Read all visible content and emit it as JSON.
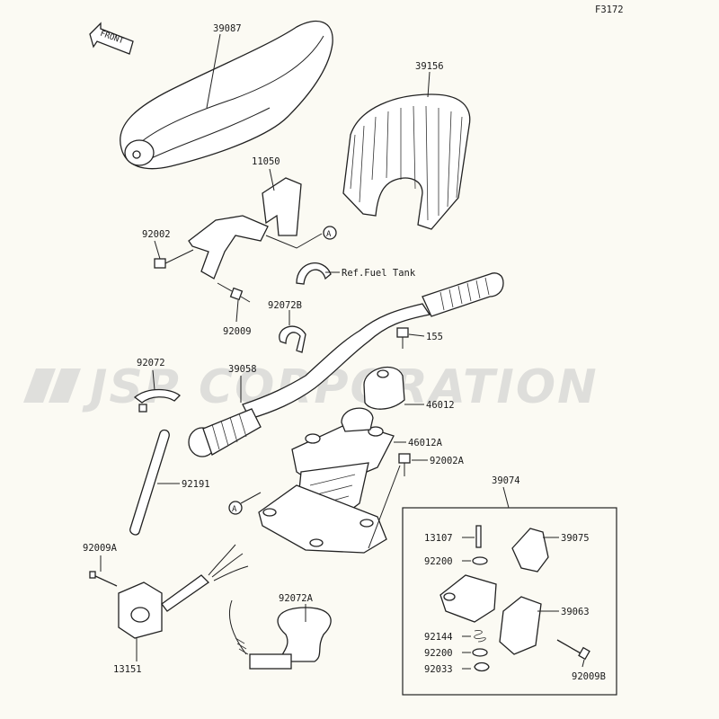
{
  "figure_code": "F3172",
  "front_label": "FRONT",
  "watermark": "JSP CORPORATION",
  "ref_note": "Ref.Fuel Tank",
  "callout_a": "A",
  "parts": {
    "p39087": "39087",
    "p39156": "39156",
    "p11050": "11050",
    "p92002": "92002",
    "p92009": "92009",
    "p92072B": "92072B",
    "p155": "155",
    "p92072": "92072",
    "p39058": "39058",
    "p46012": "46012",
    "p46012A": "46012A",
    "p92002A": "92002A",
    "p92191": "92191",
    "p39074": "39074",
    "p13107": "13107",
    "p39075": "39075",
    "p92200a": "92200",
    "p39063": "39063",
    "p92144": "92144",
    "p92200b": "92200",
    "p92033": "92033",
    "p92009B": "92009B",
    "p92009A": "92009A",
    "p92072A": "92072A",
    "p13151": "13151"
  }
}
